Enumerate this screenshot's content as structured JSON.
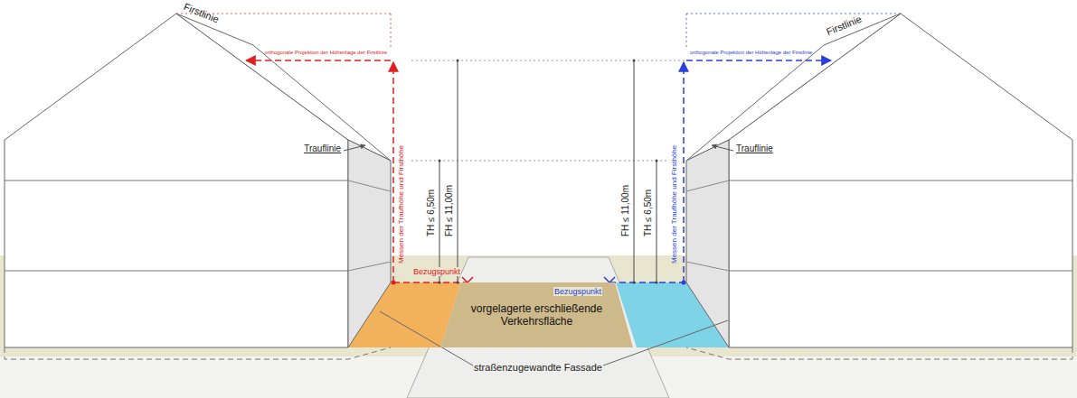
{
  "diagram": {
    "nodes": [
      {
        "text": [
          "vorgelagerte erschließende Verkehrsfläche"
        ]
      }
    ],
    "labels": [
      "Firstlinie",
      "orthogonale Projektion der Höhenlage der Firstlinie",
      "Messen der Traufhöhe und Firsthöhe",
      "Trauflinie",
      "TH ≤ 6,50m",
      "FH ≤ 11,00m",
      "Bezugspunkt",
      "Bezugspunkt",
      "FH ≤ 11,00m",
      "TH ≤ 6,50m",
      "orthogonale Projektion der Höhenlage der Firstlinie",
      "Firstlinie",
      "Messen der Traufhöhe und Firsthöhe",
      "Trauflinie",
      "straßenzugewandte Fassade"
    ]
  }
}
